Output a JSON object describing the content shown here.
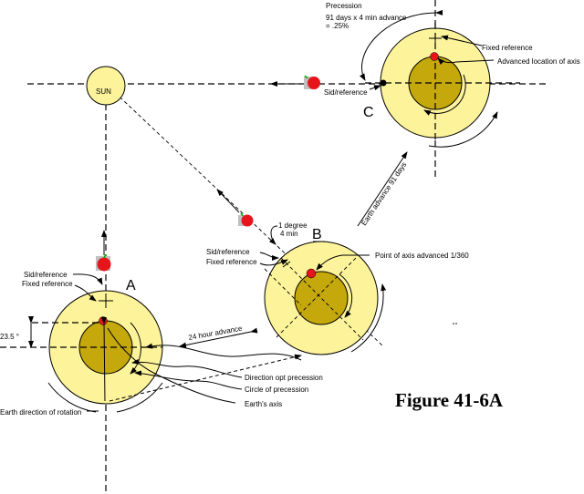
{
  "sun": {
    "label": "SUN"
  },
  "positions": [
    {
      "id": "A",
      "label": "A"
    },
    {
      "id": "B",
      "label": "B"
    },
    {
      "id": "C",
      "label": "C"
    }
  ],
  "labels": {
    "precession_title": "Precession",
    "precession_detail_1": "91 days x 4 min advance",
    "precession_detail_2": "= .25%",
    "fixed_reference_c": "Fixed reference",
    "advanced_location": "Advanced location of axis",
    "sid_reference_c": "Sid/reference",
    "earth_advance_91": "Earth advance 91 days",
    "one_degree_1": "1 degree",
    "one_degree_2": "4 min",
    "sid_reference_b": "Sid/reference",
    "fixed_reference_b": "Fixed reference",
    "point_of_axis": "Point of axis advanced 1/360",
    "sid_reference_a": "Sid/reference",
    "fixed_reference_a": "Fixed reference",
    "tilt": "23.5 °",
    "day_advance": "24 hour advance",
    "direction_precession": "Direction opt precession",
    "circle_precession": "Circle of precession",
    "earths_axis": "Earth's axis",
    "earth_direction_rotation": "Earth direction of rotation"
  },
  "figure_caption": "Figure 41-6A",
  "colors": {
    "earth_outer": "#fdf39a",
    "earth_inner": "#c4a80c",
    "axis_point": "#e8141c",
    "apple": "#e8141c"
  }
}
